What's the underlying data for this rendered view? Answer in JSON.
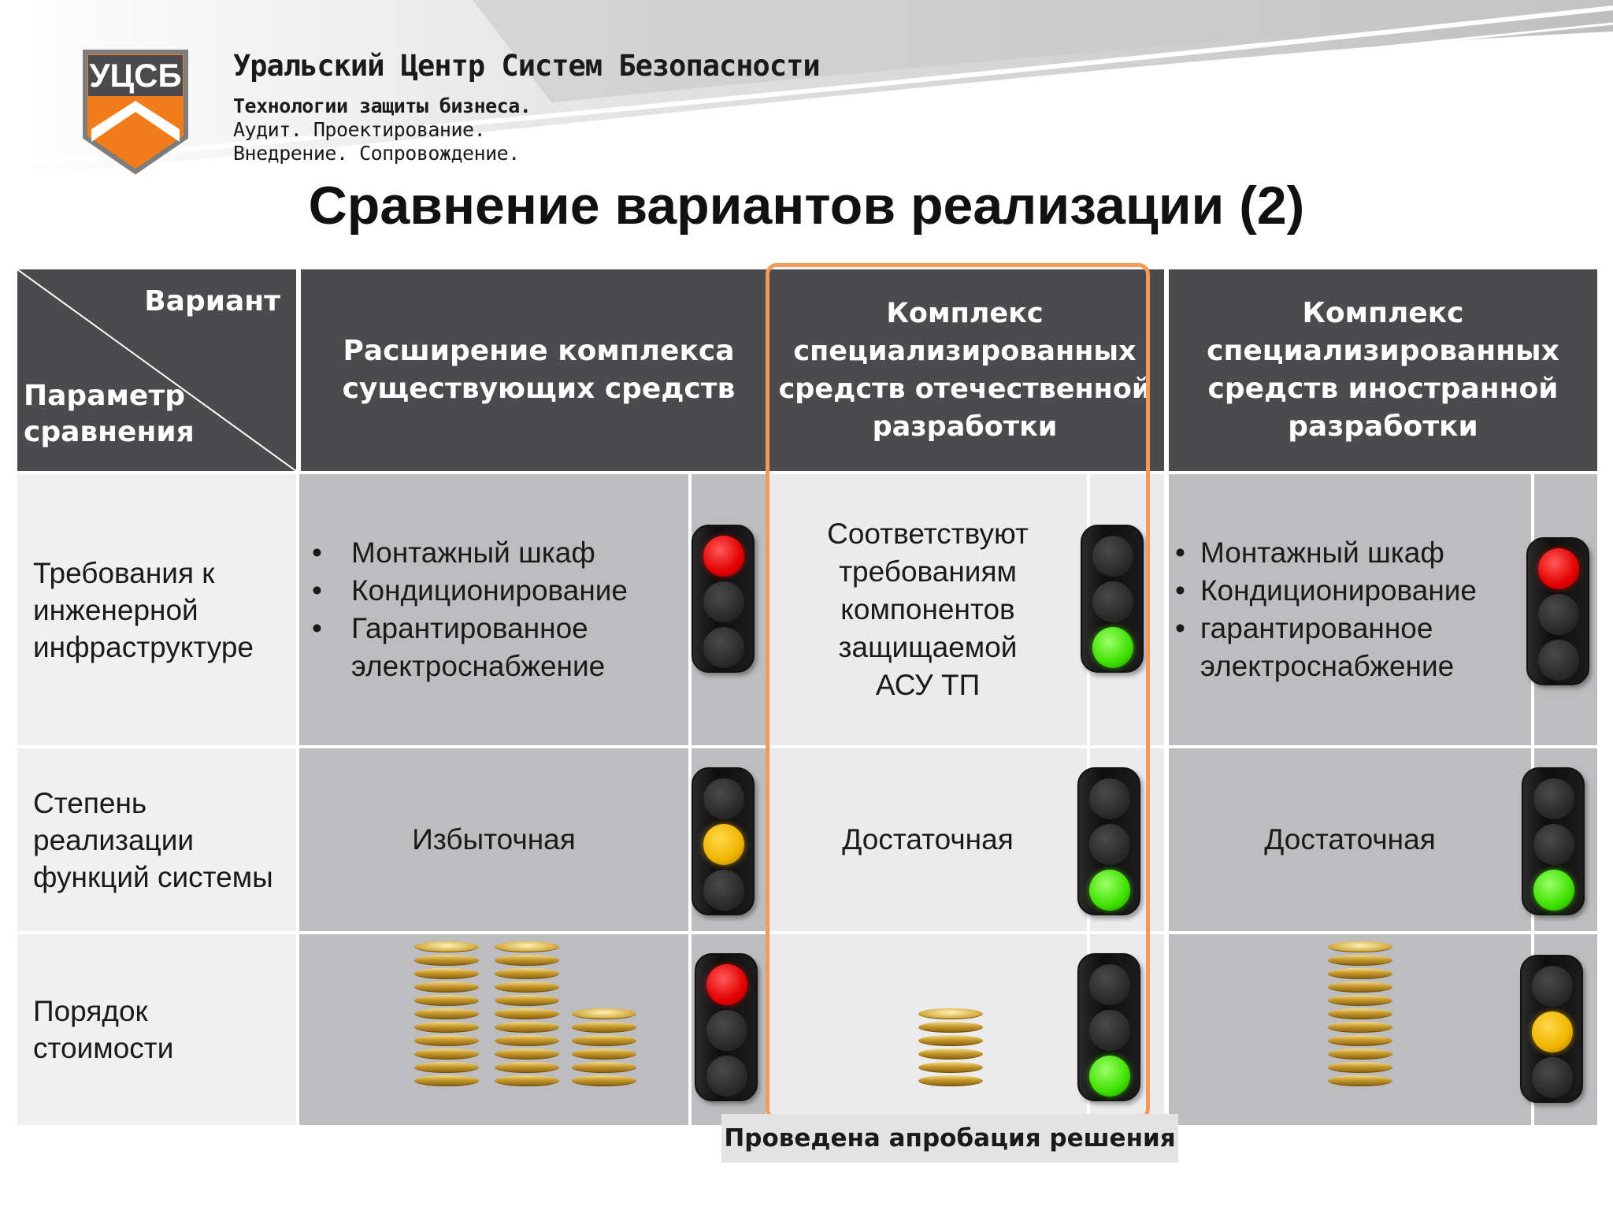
{
  "header": {
    "logo_text": "УЦСБ",
    "company": "Уральский Центр Систем Безопасности",
    "tagline_1": "Технологии защиты бизнеса.",
    "tagline_2": "Аудит. Проектирование.",
    "tagline_3": "Внедрение. Сопровождение."
  },
  "title": "Сравнение вариантов реализации (2)",
  "table": {
    "corner_top": "Вариант",
    "corner_bottom": [
      "Параметр",
      "сравнения"
    ],
    "columns": [
      {
        "label": "Расширение комплекса существующих средств"
      },
      {
        "label": "Комплекс специализированных средств отечественной разработки"
      },
      {
        "label": "Комплекс специализированных средств иностранной разработки"
      }
    ],
    "rows": [
      {
        "param": "Требования к инженерной инфраструктуре",
        "cells": [
          {
            "bullets": [
              "Монтажный шкаф",
              "Кондиционирование",
              "Гарантированное",
              "электроснабжение"
            ],
            "light": "red"
          },
          {
            "text": [
              "Соответствуют",
              "требованиям",
              "компонентов",
              "защищаемой",
              "АСУ ТП"
            ],
            "light": "green"
          },
          {
            "bullets": [
              "Монтажный шкаф",
              "Кондиционирование",
              "гарантированное",
              "электроснабжение"
            ],
            "light": "red"
          }
        ]
      },
      {
        "param": "Степень реализации функций системы",
        "cells": [
          {
            "text": "Избыточная",
            "light": "yellow"
          },
          {
            "text": "Достаточная",
            "light": "green"
          },
          {
            "text": "Достаточная",
            "light": "green"
          }
        ]
      },
      {
        "param": "Порядок стоимости",
        "cells": [
          {
            "coin_stacks": [
              11,
              11,
              6
            ],
            "light": "red"
          },
          {
            "coin_stacks": [
              6
            ],
            "light": "green"
          },
          {
            "coin_stacks": [
              11
            ],
            "light": "yellow"
          }
        ]
      }
    ]
  },
  "note": "Проведена апробация решения",
  "colors": {
    "header_bg": "#4b4b4d",
    "cell_gray": "#bdbdbf",
    "cell_light": "#ebebeb",
    "highlight": "#f29a5a",
    "logo_orange": "#f07d1a"
  }
}
